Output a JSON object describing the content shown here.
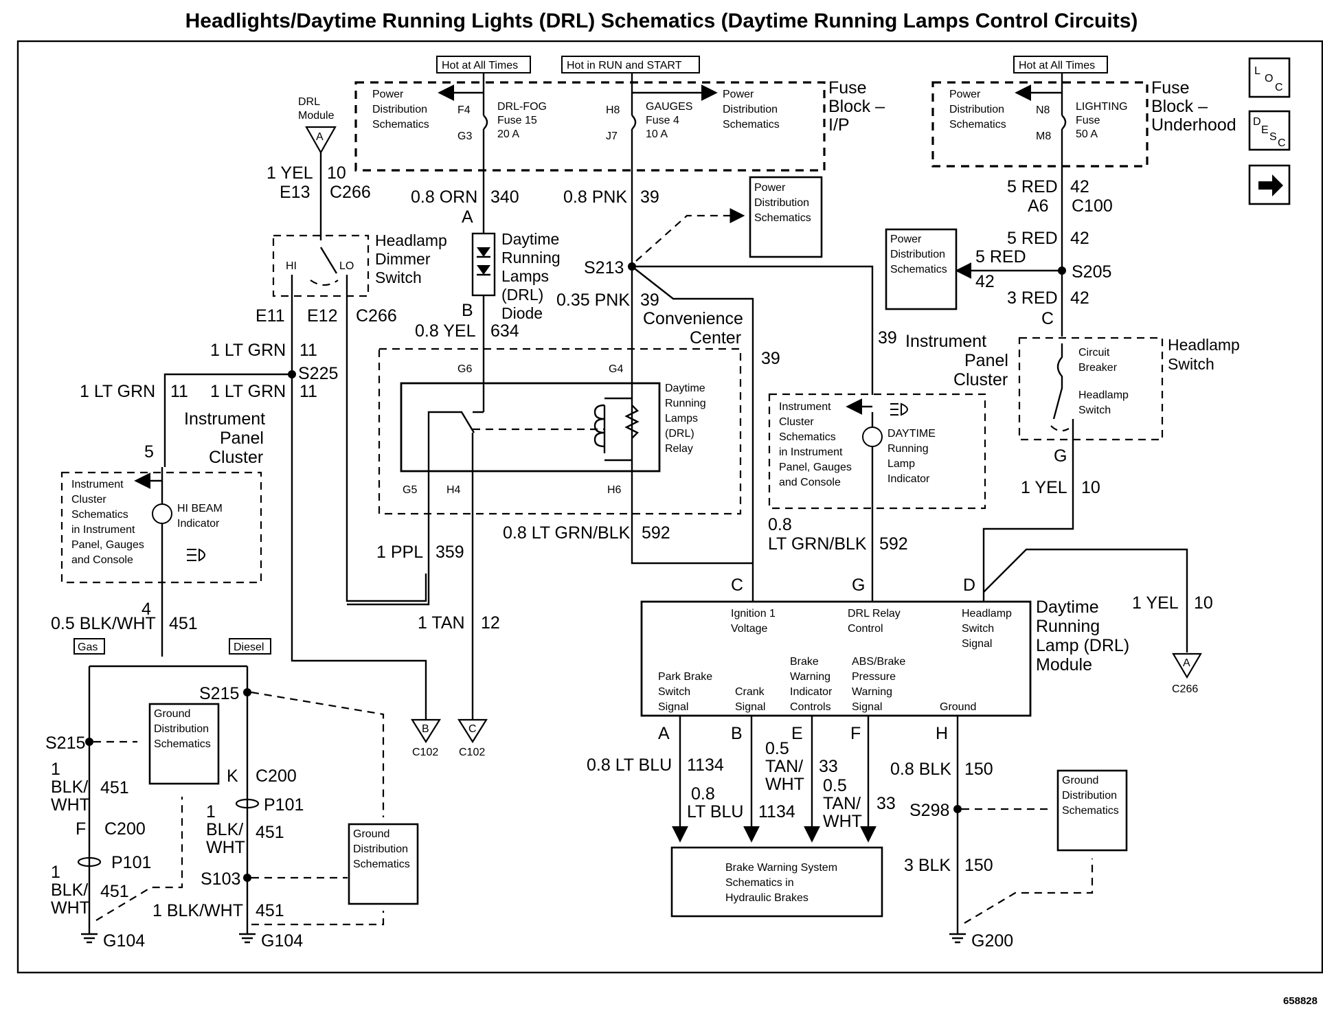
{
  "title": "Headlights/Daytime Running Lights (DRL) Schematics (Daytime Running Lamps Control Circuits)",
  "figure_id": "658828",
  "icons": {
    "loc": {
      "L": "L",
      "O": "O",
      "C": "C"
    },
    "desc": {
      "D": "D",
      "E": "E",
      "S": "S",
      "C": "C"
    },
    "next": "arrow-right-icon"
  },
  "tags": {
    "hot_all_1": "Hot at All Times",
    "hot_run": "Hot in RUN and START",
    "hot_all_2": "Hot at All Times"
  },
  "fuse_ip": {
    "title1": "Fuse",
    "title2": "Block –",
    "title3": "I/P",
    "pds_left": [
      "Power",
      "Distribution",
      "Schematics"
    ],
    "pds_right": [
      "Power",
      "Distribution",
      "Schematics"
    ],
    "f4": "F4",
    "g3": "G3",
    "h8": "H8",
    "j7": "J7",
    "fuse15": [
      "DRL-FOG",
      "Fuse 15",
      "20 A"
    ],
    "fuse4": [
      "GAUGES",
      "Fuse 4",
      "10 A"
    ]
  },
  "fuse_uh": {
    "title1": "Fuse",
    "title2": "Block –",
    "title3": "Underhood",
    "pds": [
      "Power",
      "Distribution",
      "Schematics"
    ],
    "n8": "N8",
    "m8": "M8",
    "fuse": [
      "LIGHTING",
      "Fuse",
      "50 A"
    ]
  },
  "drl_module_ref": {
    "label": [
      "DRL",
      "Module"
    ],
    "pin": "A"
  },
  "wires": {
    "yel10": {
      "gauge": "1 YEL",
      "circuit": "10"
    },
    "orn340": {
      "gauge": "0.8 ORN",
      "circuit": "340"
    },
    "pnk39": {
      "gauge": "0.8 PNK",
      "circuit": "39"
    },
    "pnk39b": {
      "gauge": "0.35 PNK",
      "circuit": "39"
    },
    "yel634": {
      "gauge": "0.8 YEL",
      "circuit": "634"
    },
    "red42a": {
      "gauge": "5 RED",
      "circuit": "42"
    },
    "red42b": {
      "gauge": "5 RED",
      "circuit": "42"
    },
    "red42c": {
      "gauge": "5 RED",
      "circuit": "42"
    },
    "red42d": {
      "gauge": "3 RED",
      "circuit": "42"
    },
    "ltgrn11a": {
      "gauge": "1 LT GRN",
      "circuit": "11"
    },
    "ltgrn11b": {
      "gauge": "1 LT GRN",
      "circuit": "11"
    },
    "ltgrn11c": {
      "gauge": "1 LT GRN",
      "circuit": "11"
    },
    "ppl359": {
      "gauge": "1 PPL",
      "circuit": "359"
    },
    "ltgrnblk592a": {
      "gauge": "0.8 LT GRN/BLK",
      "circuit": "592"
    },
    "ltgrnblk592b": {
      "gauge1": "0.8",
      "gauge2": "LT GRN/BLK",
      "circuit": "592"
    },
    "tan12": {
      "gauge": "1 TAN",
      "circuit": "12"
    },
    "blkwht451a": {
      "gauge": "0.5 BLK/WHT",
      "circuit": "451"
    },
    "blkwht451b": {
      "g1": "1",
      "g2": "BLK/",
      "g3": "WHT",
      "circuit": "451"
    },
    "blkwht451c": {
      "g1": "1",
      "g2": "BLK/",
      "g3": "WHT",
      "circuit": "451"
    },
    "blkwht451d": {
      "g1": "1",
      "g2": "BLK/",
      "g3": "WHT",
      "circuit": "451"
    },
    "blkwht451e": {
      "gauge": "1 BLK/WHT",
      "circuit": "451"
    },
    "yel10b": {
      "gauge": "1 YEL",
      "circuit": "10"
    },
    "yel10c": {
      "gauge": "1 YEL",
      "circuit": "10"
    },
    "ltblu1134a": {
      "gauge": "0.8 LT BLU",
      "circuit": "1134"
    },
    "ltblu1134b": {
      "g1": "0.8",
      "g2": "LT BLU",
      "circuit": "1134"
    },
    "tanwht33a": {
      "g1": "0.5",
      "g2": "TAN/",
      "g3": "WHT",
      "circuit": "33"
    },
    "tanwht33b": {
      "g1": "0.5",
      "g2": "TAN/",
      "g3": "WHT",
      "circuit": "33"
    },
    "blk150a": {
      "gauge": "0.8 BLK",
      "circuit": "150"
    },
    "blk150b": {
      "gauge": "3 BLK",
      "circuit": "150"
    },
    "num39": "39",
    "num39b": "39"
  },
  "connectors": {
    "e13": "E13",
    "c266a": "C266",
    "e11": "E11",
    "e12": "E12",
    "c266b": "C266",
    "pinA": "A",
    "pinB": "B",
    "a6": "A6",
    "c100": "C100",
    "pinC": "C",
    "pinG": "G",
    "pin5": "5",
    "pin4": "4",
    "g6": "G6",
    "g4": "G4",
    "g5": "G5",
    "h4": "H4",
    "h6": "H6",
    "c200a": "C200",
    "c200b": "C200",
    "k": "K",
    "f": "F",
    "p101a": "P101",
    "p101b": "P101",
    "c102b": "B",
    "c102c": "C",
    "c102": "C102",
    "c266ref": "A",
    "c266": "C266",
    "modC": "C",
    "modG": "G",
    "modD": "D",
    "modA": "A",
    "modB": "B",
    "modE": "E",
    "modF": "F",
    "modH": "H"
  },
  "splices": {
    "s213": "S213",
    "s205": "S205",
    "s225": "S225",
    "s215a": "S215",
    "s215b": "S215",
    "s103": "S103",
    "s298": "S298"
  },
  "grounds": {
    "g104a": "G104",
    "g104b": "G104",
    "g200": "G200"
  },
  "gas_diesel": {
    "gas": "Gas",
    "diesel": "Diesel"
  },
  "components": {
    "dimmer": [
      "Headlamp",
      "Dimmer",
      "Switch"
    ],
    "hi": "HI",
    "lo": "LO",
    "diode": [
      "Daytime",
      "Running",
      "Lamps",
      "(DRL)",
      "Diode"
    ],
    "conv": [
      "Convenience",
      "Center"
    ],
    "relay": [
      "Daytime",
      "Running",
      "Lamps",
      "(DRL)",
      "Relay"
    ],
    "pds_mid": [
      "Power",
      "Distribution",
      "Schematics"
    ],
    "pds_right": [
      "Power",
      "Distribution",
      "Schematics"
    ],
    "ipc_title_r": [
      "Instrument",
      "Panel",
      "Cluster"
    ],
    "ipc_title_l": [
      "Instrument",
      "Panel",
      "Cluster"
    ],
    "ipc_r_text": [
      "Instrument",
      "Cluster",
      "Schematics",
      "in Instrument",
      "Panel, Gauges",
      "and Console"
    ],
    "ipc_r_ind": [
      "DAYTIME",
      "Running",
      "Lamp",
      "Indicator"
    ],
    "ipc_l_text": [
      "Instrument",
      "Cluster",
      "Schematics",
      "in Instrument",
      "Panel, Gauges",
      "and Console"
    ],
    "ipc_l_ind": [
      "HI BEAM",
      "Indicator"
    ],
    "hs_title": [
      "Headlamp",
      "Switch"
    ],
    "hs_cb": [
      "Circuit",
      "Breaker"
    ],
    "hs_sw": [
      "Headlamp",
      "Switch"
    ],
    "mod_title": [
      "Daytime",
      "Running",
      "Lamp (DRL)",
      "Module"
    ],
    "mod_ign": [
      "Ignition 1",
      "Voltage"
    ],
    "mod_relay": [
      "DRL Relay",
      "Control"
    ],
    "mod_hs": [
      "Headlamp",
      "Switch",
      "Signal"
    ],
    "mod_park": [
      "Park Brake",
      "Switch",
      "Signal"
    ],
    "mod_crank": [
      "Crank",
      "Signal"
    ],
    "mod_bwi": [
      "Brake",
      "Warning",
      "Indicator",
      "Controls"
    ],
    "mod_abs": [
      "ABS/Brake",
      "Pressure",
      "Warning",
      "Signal"
    ],
    "mod_gnd": "Ground",
    "brake": [
      "Brake Warning System",
      "Schematics in",
      "Hydraulic Brakes"
    ],
    "gds1": [
      "Ground",
      "Distribution",
      "Schematics"
    ],
    "gds2": [
      "Ground",
      "Distribution",
      "Schematics"
    ],
    "gds3": [
      "Ground",
      "Distribution",
      "Schematics"
    ]
  }
}
